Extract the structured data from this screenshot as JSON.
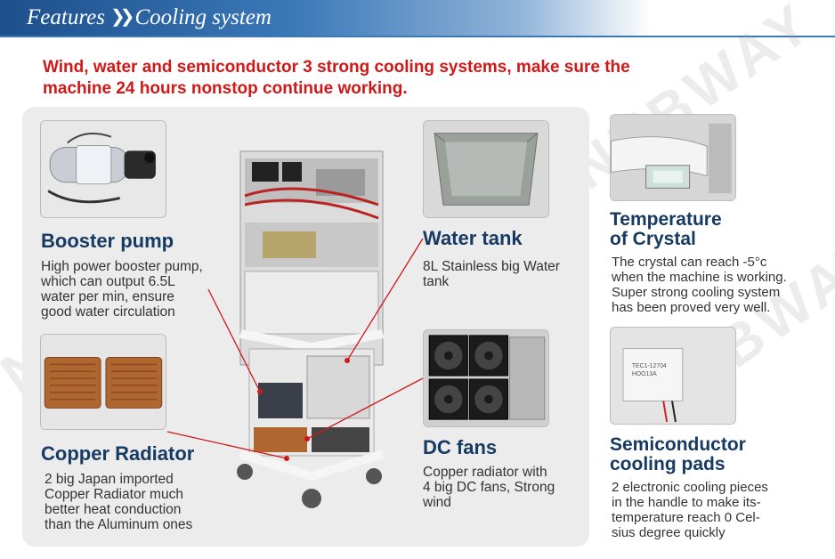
{
  "header": {
    "section": "Features",
    "topic": "Cooling system"
  },
  "headline": {
    "line1": "Wind, water and semiconductor 3 strong cooling systems, make sure the",
    "line2": "machine 24 hours nonstop continue working."
  },
  "features": {
    "booster_pump": {
      "title": "Booster pump",
      "desc": [
        "High power booster pump,",
        "which can output 6.5L",
        "water per min, ensure",
        "good water circulation"
      ]
    },
    "copper_radiator": {
      "title": "Copper Radiator",
      "desc": [
        "2 big Japan imported",
        "Copper Radiator much",
        "better heat conduction",
        "than the Aluminum ones"
      ]
    },
    "water_tank": {
      "title": "Water tank",
      "desc": [
        "8L Stainless big Water",
        "tank"
      ]
    },
    "dc_fans": {
      "title": "DC fans",
      "desc": [
        "Copper radiator with",
        "4 big DC fans, Strong",
        "wind"
      ]
    },
    "crystal": {
      "title": [
        "Temperature",
        "of Crystal"
      ],
      "desc": [
        "The crystal can reach -5°c",
        "when the machine is working.",
        "Super strong cooling system",
        "has been proved very well."
      ]
    },
    "semiconductor": {
      "title": [
        "Semiconductor",
        "cooling pads"
      ],
      "desc": [
        "2 electronic cooling pieces",
        "in the handle to make its-",
        "temperature reach 0 Cel-",
        "sius degree quickly"
      ],
      "chip_label": [
        "TEC1-12704",
        "HOO13A"
      ]
    }
  },
  "watermark": "NUBWAY",
  "colors": {
    "accent_red": "#d11818",
    "title_navy": "#173a63",
    "header_blue": "#1d4f8c"
  }
}
